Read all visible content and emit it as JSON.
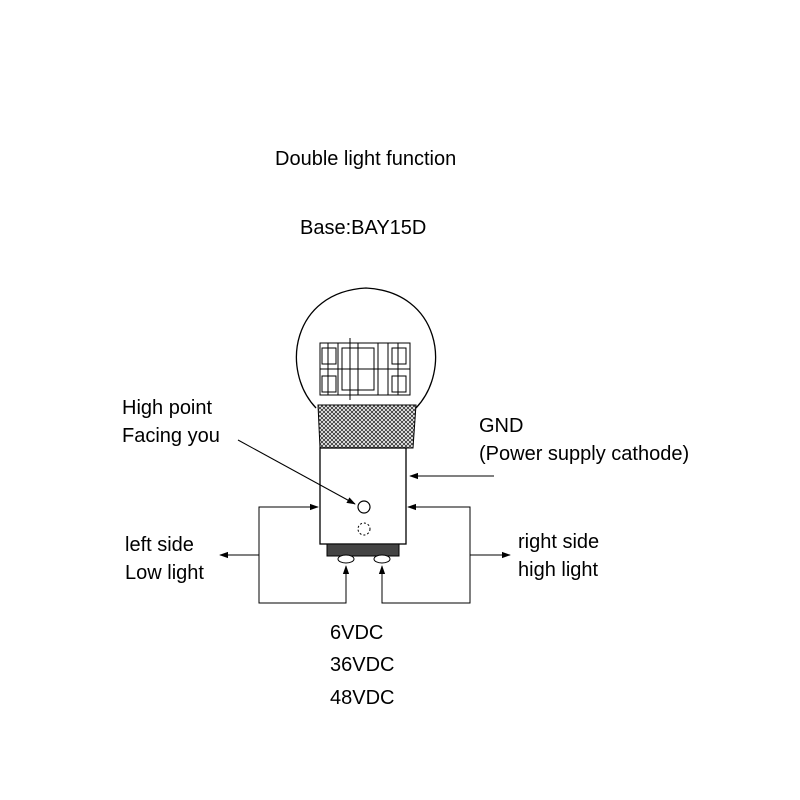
{
  "title": "Double light function",
  "base": "Base:BAY15D",
  "high_point": {
    "line1": "High point",
    "line2": "Facing you"
  },
  "gnd": {
    "line1": "GND",
    "line2": "(Power supply cathode)"
  },
  "left_side": {
    "line1": "left side",
    "line2": "Low light"
  },
  "right_side": {
    "line1": "right side",
    "line2": "high light"
  },
  "voltages": [
    "6VDC",
    "36VDC",
    "48VDC"
  ],
  "colors": {
    "line": "#000000",
    "background": "#ffffff",
    "mesh": "#555555",
    "base_ring": "#444444"
  }
}
